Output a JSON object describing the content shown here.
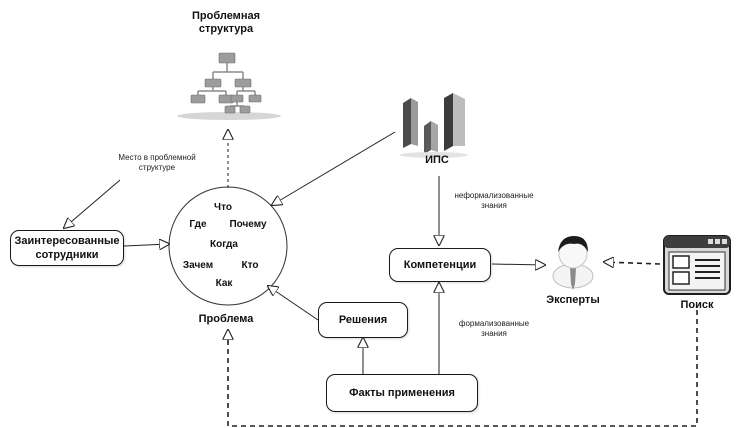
{
  "diagram": {
    "problem_structure": {
      "line1": "Проблемная",
      "line2": "структура"
    },
    "ips_label": "ИПС",
    "place_label": {
      "line1": "Место в проблемной",
      "line2": "структуре"
    },
    "stakeholders": {
      "line1": "Заинтересованные",
      "line2": "сотрудники"
    },
    "questions": {
      "what": "Что",
      "where": "Где",
      "why": "Почему",
      "when": "Когда",
      "what_for": "Зачем",
      "who": "Кто",
      "how": "Как"
    },
    "problem_label": "Проблема",
    "informal_knowledge": {
      "line1": "неформализованные",
      "line2": "знания"
    },
    "competencies": "Компетенции",
    "experts": "Эксперты",
    "search": "Поиск",
    "formal_knowledge": {
      "line1": "формализованные",
      "line2": "знания"
    },
    "solutions": "Решения",
    "application_facts": "Факты применения"
  }
}
